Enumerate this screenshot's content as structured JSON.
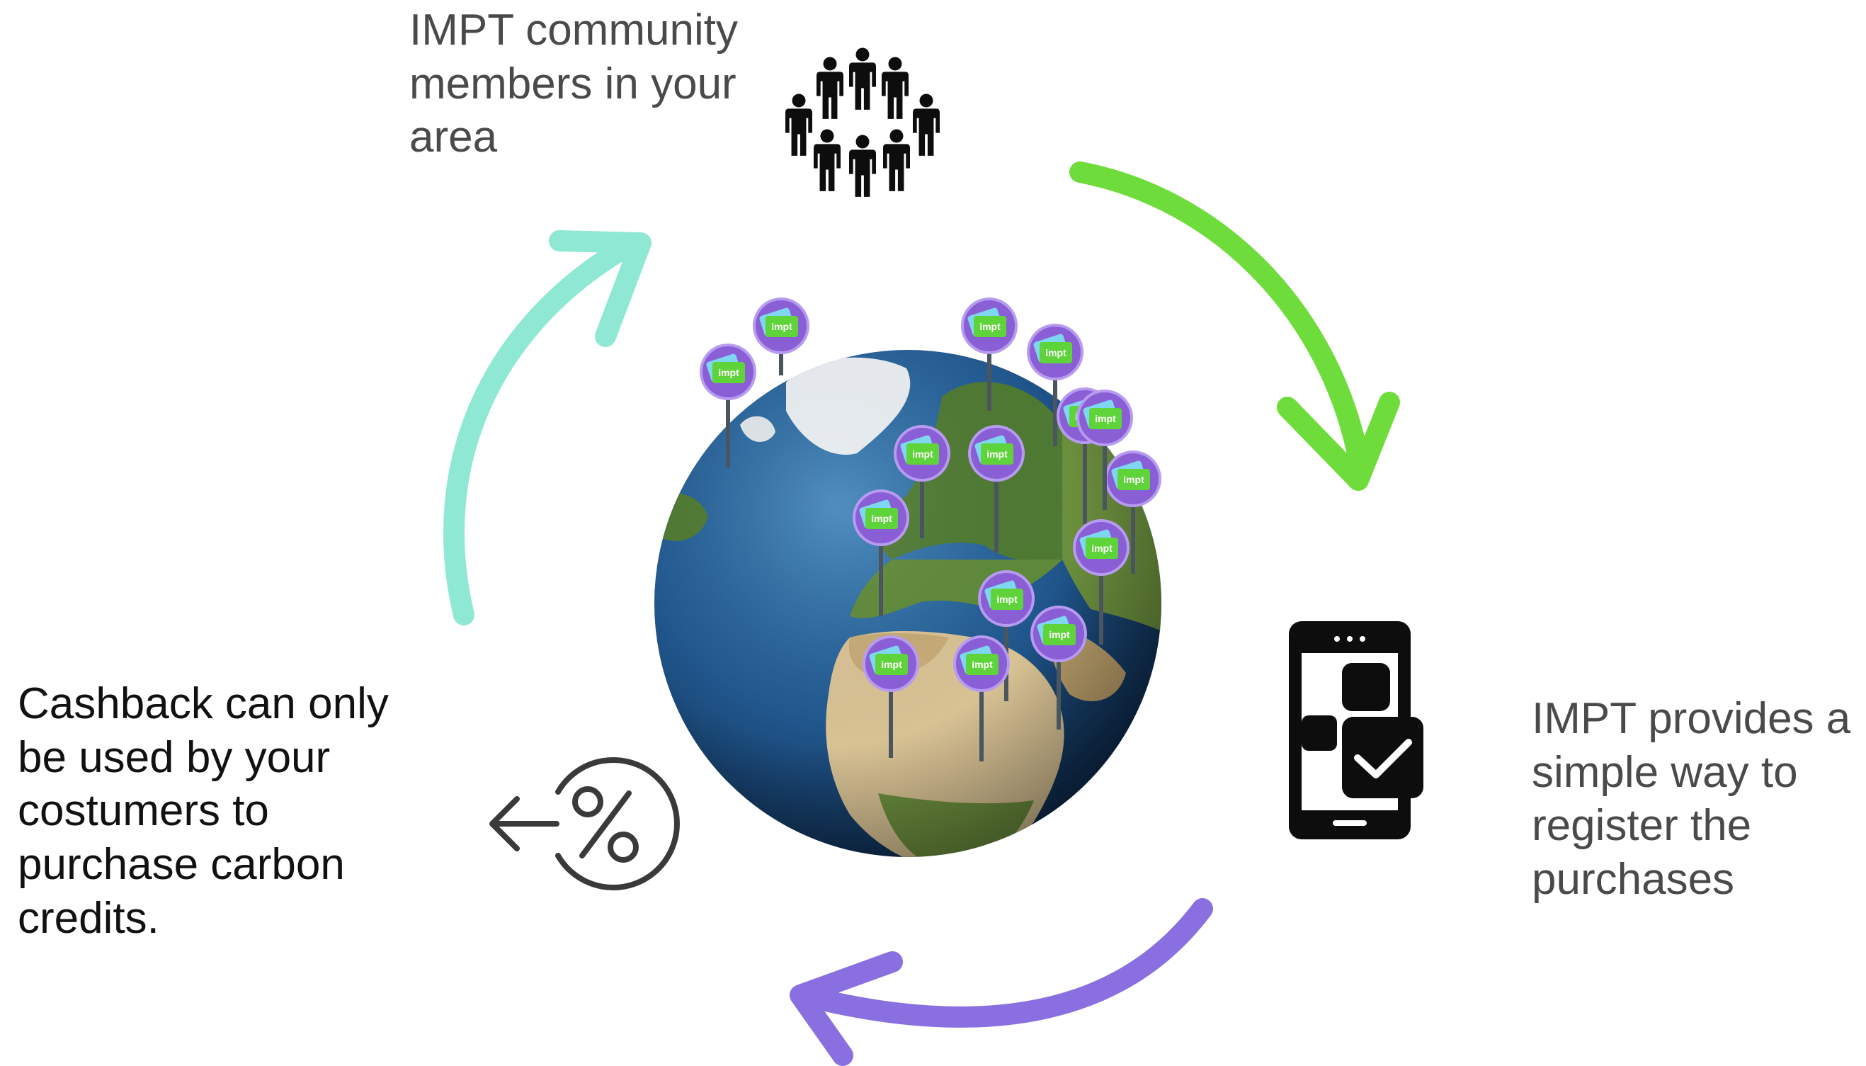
{
  "labels": {
    "community": [
      "IMPT community",
      "members in your",
      "area"
    ],
    "register": [
      "IMPT provides a",
      "simple way to",
      "register the",
      "purchases"
    ],
    "cashback": [
      "Cashback can only",
      "be used by your",
      "costumers to",
      "purchase carbon",
      "credits."
    ]
  },
  "pin_logo_text": "impt",
  "pin_count": 15,
  "icons": {
    "community": "people-group-icon",
    "phone": "smartphone-check-icon",
    "cashback": "percent-arrow-left-icon",
    "globe": "earth-globe-icon"
  },
  "colors": {
    "arrow_top_left": "#8ee8d3",
    "arrow_top_right": "#6edc3a",
    "arrow_bottom": "#8a6fe0",
    "pin_circle": "#8a5fd6",
    "pin_badge": "#5fd33a",
    "text_gray": "#4a4a4a",
    "text_dark": "#111111"
  }
}
